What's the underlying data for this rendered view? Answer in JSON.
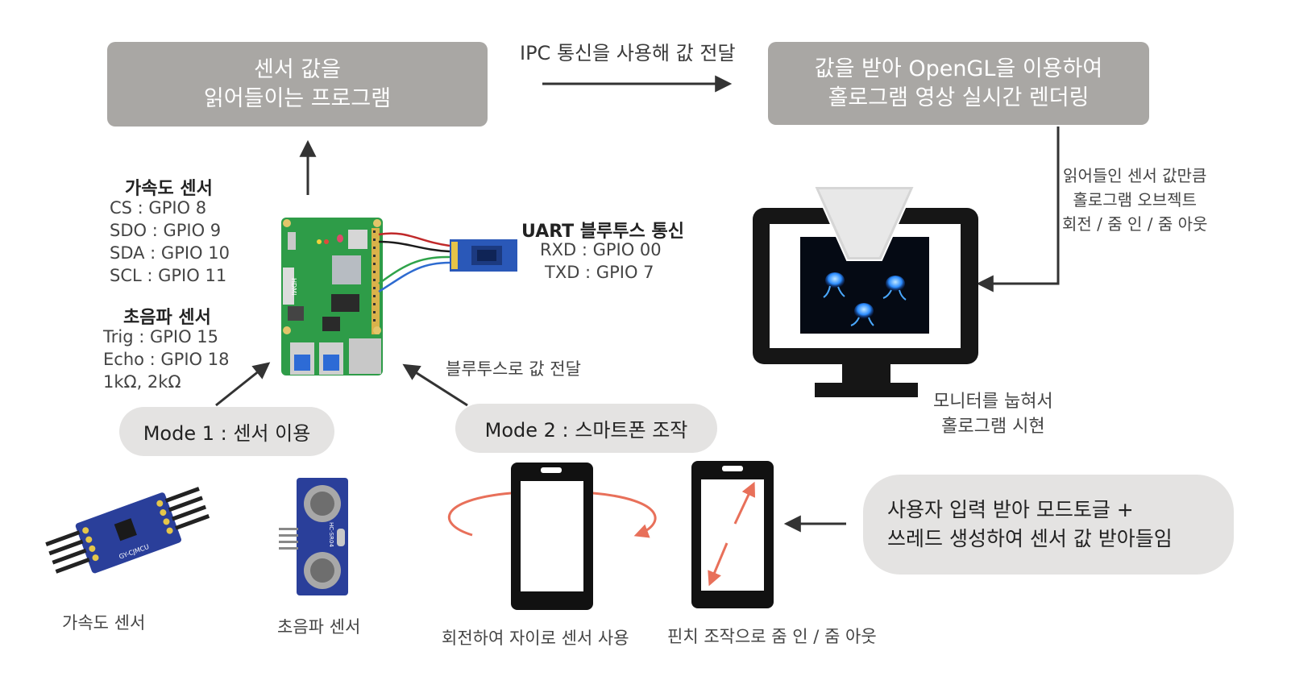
{
  "top_left_box": {
    "line1": "센서 값을",
    "line2": "읽어들이는 프로그램"
  },
  "ipc_label": "IPC 통신을 사용해 값 전달",
  "top_right_box": {
    "line1": "값을 받아 OpenGL을 이용하여",
    "line2": "홀로그램 영상 실시간 렌더링"
  },
  "side_note": {
    "line1": "읽어들인 센서 값만큼",
    "line2": "홀로그램 오브젝트",
    "line3": "회전 / 줌 인 / 줌 아웃"
  },
  "accel_sensor": {
    "title": "가속도 센서",
    "pins": [
      "CS : GPIO 8",
      "SDO : GPIO 9",
      "SDA : GPIO 10",
      "SCL : GPIO 11"
    ]
  },
  "ultrasonic_sensor": {
    "title": "초음파 센서",
    "pins": [
      "Trig : GPIO 15",
      "Echo : GPIO 18",
      "1kΩ, 2kΩ"
    ]
  },
  "uart": {
    "title": "UART  블루투스 통신",
    "rxd": "RXD :  GPIO 00",
    "txd": "TXD :  GPIO 7"
  },
  "bluetooth_label": "블루투스로 값 전달",
  "mode1": "Mode 1 : 센서 이용",
  "mode2": "Mode 2 : 스마트폰 조작",
  "monitor_caption": {
    "line1": "모니터를 눕혀서",
    "line2": "홀로그램 시현"
  },
  "user_input_box": {
    "line1": "사용자 입력 받아 모드토글  +",
    "line2": "쓰레드 생성하여 센서 값 받아들임"
  },
  "captions": {
    "accel": "가속도 센서",
    "ultrasonic": "초음파 센서",
    "rotate": "회전하여 자이로 센서 사용",
    "pinch": "핀치 조작으로 줌 인 / 줌 아웃"
  },
  "board_labels": {
    "hdmi": "HDMI",
    "gy_chip": "GY-CJMCU",
    "hc_label": "HC-SR04"
  },
  "colors": {
    "box_gray": "#a9a7a4",
    "pill_gray": "#e4e3e2",
    "pcb_green": "#2e9c48",
    "arrow_red": "#e8705a",
    "sensor_blue": "#2a3f9a"
  }
}
